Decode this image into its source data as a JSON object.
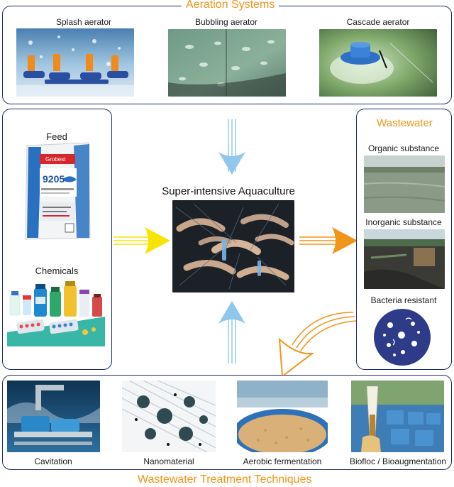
{
  "aeration": {
    "title": "Aeration Systems",
    "items": [
      {
        "label": "Splash aerator"
      },
      {
        "label": "Bubbling aerator"
      },
      {
        "label": "Cascade aerator"
      }
    ]
  },
  "inputs": {
    "feed_label": "Feed",
    "chemicals_label": "Chemicals",
    "bag_text": "9205"
  },
  "center": {
    "title": "Super-intensive Aquaculture"
  },
  "wastewater": {
    "title": "Wastewater",
    "items": [
      {
        "label": "Organic substance"
      },
      {
        "label": "Inorganic substance"
      },
      {
        "label": "Bacteria resistant"
      }
    ]
  },
  "treatment": {
    "title": "Wastewater Treatment Techniques",
    "items": [
      {
        "label": "Cavitation"
      },
      {
        "label": "Nanomaterial"
      },
      {
        "label": "Aerobic fermentation"
      },
      {
        "label": "Biofloc / Bioaugmentation"
      }
    ]
  },
  "colors": {
    "panel_border": "#1c2b6b",
    "title_orange": "#f29418",
    "arrow_blue": "#8fc8ea",
    "arrow_yellow": "#f5e500",
    "arrow_orange": "#f29418"
  }
}
